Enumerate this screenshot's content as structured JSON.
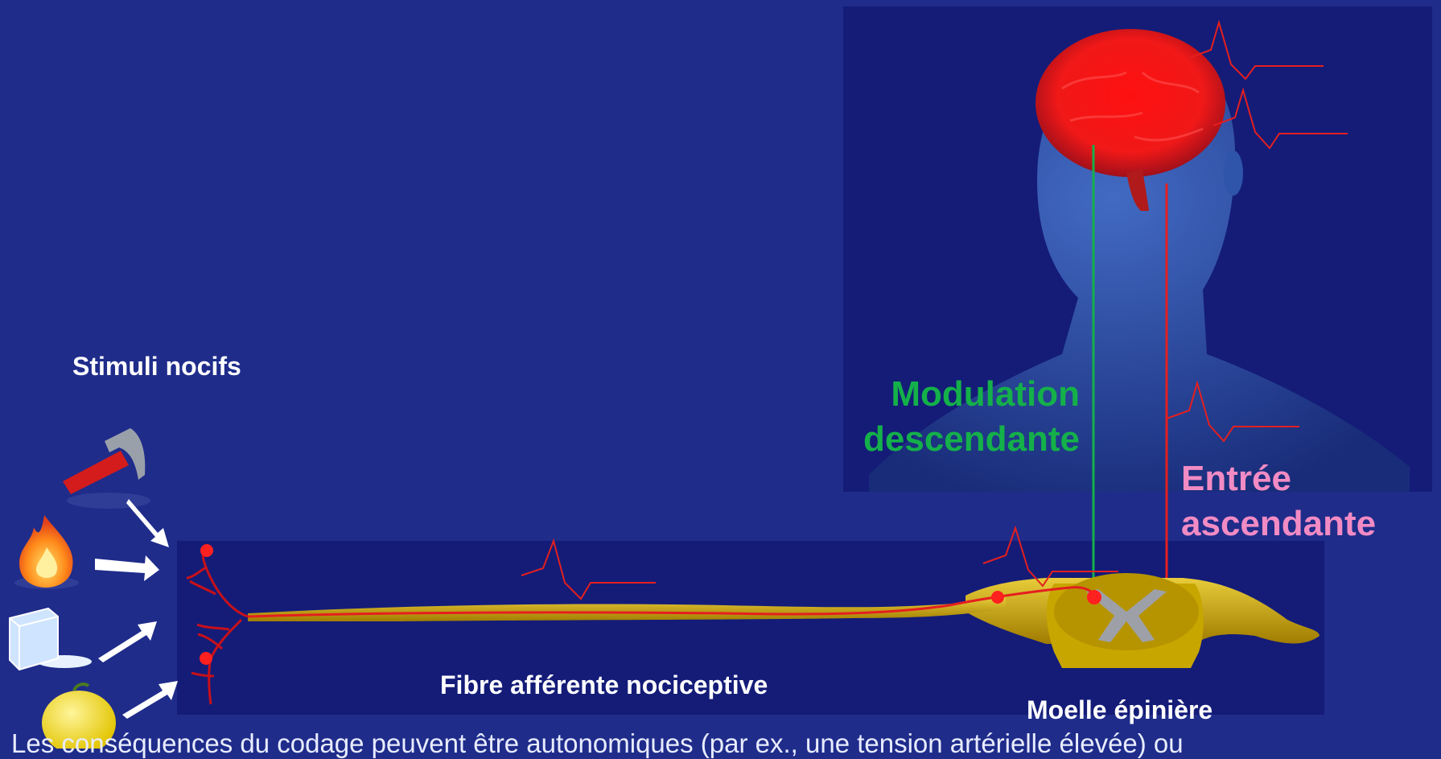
{
  "labels": {
    "stimuli": "Stimuli nocifs",
    "fiber": "Fibre afférente nociceptive",
    "spinal_cord": "Moelle épinière",
    "modulation_line1": "Modulation",
    "modulation_line2": "descendante",
    "entry_line1": "Entrée",
    "entry_line2": "ascendante"
  },
  "bottom_text": "Les conséquences du codage peuvent être autonomiques (par ex., une tension artérielle élevée) ou",
  "stimuli_icons": [
    "hammer-icon",
    "fire-icon",
    "ice-cube-icon",
    "lemon-icon"
  ],
  "colors": {
    "background": "#1f2c8a",
    "panel": "#141c78",
    "nerve": "#c9a400",
    "signal": "#e41f1f",
    "descending": "#14b04a",
    "ascending_text": "#f28bc4"
  }
}
